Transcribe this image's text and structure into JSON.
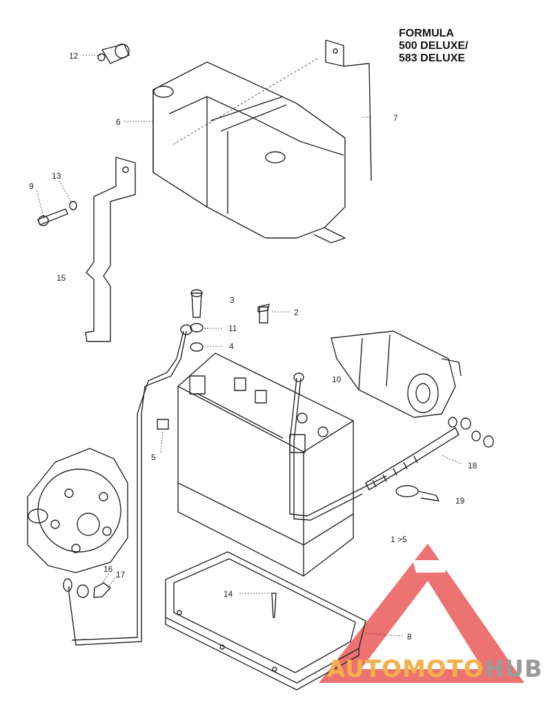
{
  "title_lines": [
    "FORMULA",
    "500 DELUXE/",
    "583 DELUXE"
  ],
  "callouts": {
    "c1": "12",
    "c2": "6",
    "c3": "7",
    "c4": "13",
    "c5": "9",
    "c6": "15",
    "c7": "3",
    "c8": "2",
    "c9": "11",
    "c10": "4",
    "c11": "10",
    "c12": "5",
    "c13": "18",
    "c14": "19",
    "c15": "1 >5",
    "c16": "16",
    "c17": "17",
    "c18": "14",
    "c19": "8"
  },
  "watermark": {
    "part1": "AUTOMOTO",
    "part2": "HUB",
    "color": "#e23a3a",
    "accent": "#f4b04a"
  }
}
